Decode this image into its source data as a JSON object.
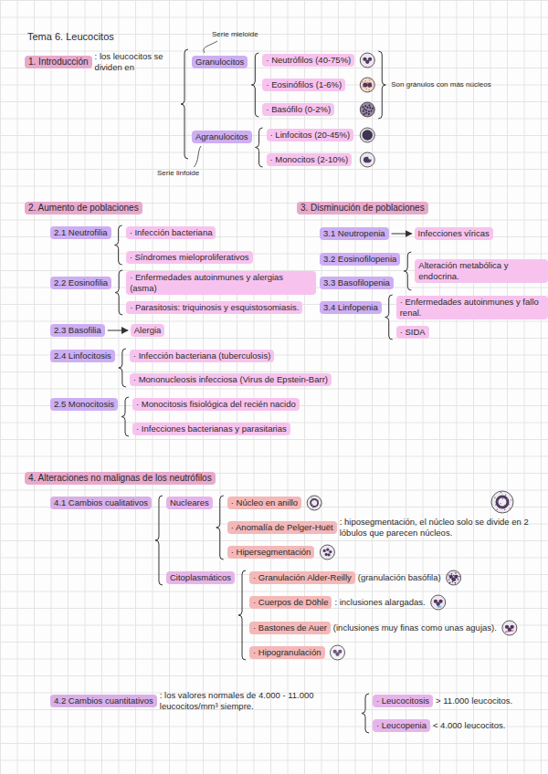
{
  "diagram": {
    "title": "Tema 6. Leucocitos",
    "nodes": [
      {
        "text": [
          "1. Introducción"
        ]
      },
      {
        "text": [
          "Granulocitos"
        ]
      },
      {
        "text": [
          "· Neutrófilos (40-75%)"
        ]
      },
      {
        "text": [
          "· Eosinófilos (1-6%)"
        ]
      },
      {
        "text": [
          "· Basófilo (0-2%)"
        ]
      },
      {
        "text": [
          "Agranulocitos"
        ]
      },
      {
        "text": [
          "· Linfocitos (20-45%)"
        ]
      },
      {
        "text": [
          "· Monocitos (2-10%)"
        ]
      },
      {
        "text": [
          "2. Aumento de poblaciones"
        ]
      },
      {
        "text": [
          "2.1 Neutrofilia"
        ]
      },
      {
        "text": [
          "· Infección bacteriana"
        ]
      },
      {
        "text": [
          "· Síndromes mieloproliferativos"
        ]
      },
      {
        "text": [
          "2.2 Eosinofilia"
        ]
      },
      {
        "text": [
          "· Enfermedades autoinmunes y alergias (asma)"
        ]
      },
      {
        "text": [
          "· Parasitosis: triquinosis y esquistosomiasis."
        ]
      },
      {
        "text": [
          "2.3 Basofilia"
        ]
      },
      {
        "text": [
          "Alergia"
        ]
      },
      {
        "text": [
          "2.4 Linfocitosis"
        ]
      },
      {
        "text": [
          "· Infección bacteriana (tuberculosis)"
        ]
      },
      {
        "text": [
          "· Mononucleosis infecciosa (Virus de Epstein-Barr)"
        ]
      },
      {
        "text": [
          "2.5 Monocitosis"
        ]
      },
      {
        "text": [
          "· Monocitosis fisiológica del recién nacido"
        ]
      },
      {
        "text": [
          "· Infecciones bacterianas y parasitarias"
        ]
      },
      {
        "text": [
          "3. Disminución de poblaciones"
        ]
      },
      {
        "text": [
          "3.1 Neutropenia"
        ]
      },
      {
        "text": [
          "Infecciones víricas"
        ]
      },
      {
        "text": [
          "3.2 Eosinofilopenia"
        ]
      },
      {
        "text": [
          "3.3 Basofilopenia"
        ]
      },
      {
        "text": [
          "Alteración metabólica y endocrina."
        ]
      },
      {
        "text": [
          "3.4 Linfopenia"
        ]
      },
      {
        "text": [
          "· Enfermedades autoinmunes y fallo renal."
        ]
      },
      {
        "text": [
          "· SIDA"
        ]
      },
      {
        "text": [
          "4. Alteraciones no malignas de los neutrófilos"
        ]
      },
      {
        "text": [
          "4.1 Cambios cualitativos"
        ]
      },
      {
        "text": [
          "Nucleares"
        ]
      },
      {
        "text": [
          "· Núcleo en anillo"
        ]
      },
      {
        "text": [
          "· Anomalía de Pelger-Huët"
        ]
      },
      {
        "text": [
          "· Hipersegmentación"
        ]
      },
      {
        "text": [
          "Citoplasmáticos"
        ]
      },
      {
        "text": [
          "· Granulación Alder-Reilly"
        ]
      },
      {
        "text": [
          "· Cuerpos de Döhle"
        ]
      },
      {
        "text": [
          "· Bastones de Auer"
        ]
      },
      {
        "text": [
          "· Hipogranulación"
        ]
      },
      {
        "text": [
          "4.2 Cambios cuantitativos"
        ]
      },
      {
        "text": [
          "· Leucocitosis"
        ]
      },
      {
        "text": [
          "· Leucopenia"
        ]
      }
    ],
    "edges": [
      {
        "from": 15,
        "to": 16,
        "arrow": "to"
      },
      {
        "from": 24,
        "to": 25,
        "arrow": "to"
      }
    ],
    "labels": [
      "Serie mieloide",
      ": los leucocitos se dividen en",
      "Son gránulos con más núcleos",
      "Serie linfoide",
      ": hiposegmentación, el núcleo solo se divide en 2 lóbulos que parecen núcleos.",
      "(granulación basófila)",
      ": inclusiones alargadas.",
      "(inclusiones muy finas como unas agujas).",
      ": los valores normales de 4.000 - 11.000 leucocitos/mm³ siempre.",
      "> 11.000 leucocitos.",
      "< 4.000 leucocitos."
    ]
  }
}
